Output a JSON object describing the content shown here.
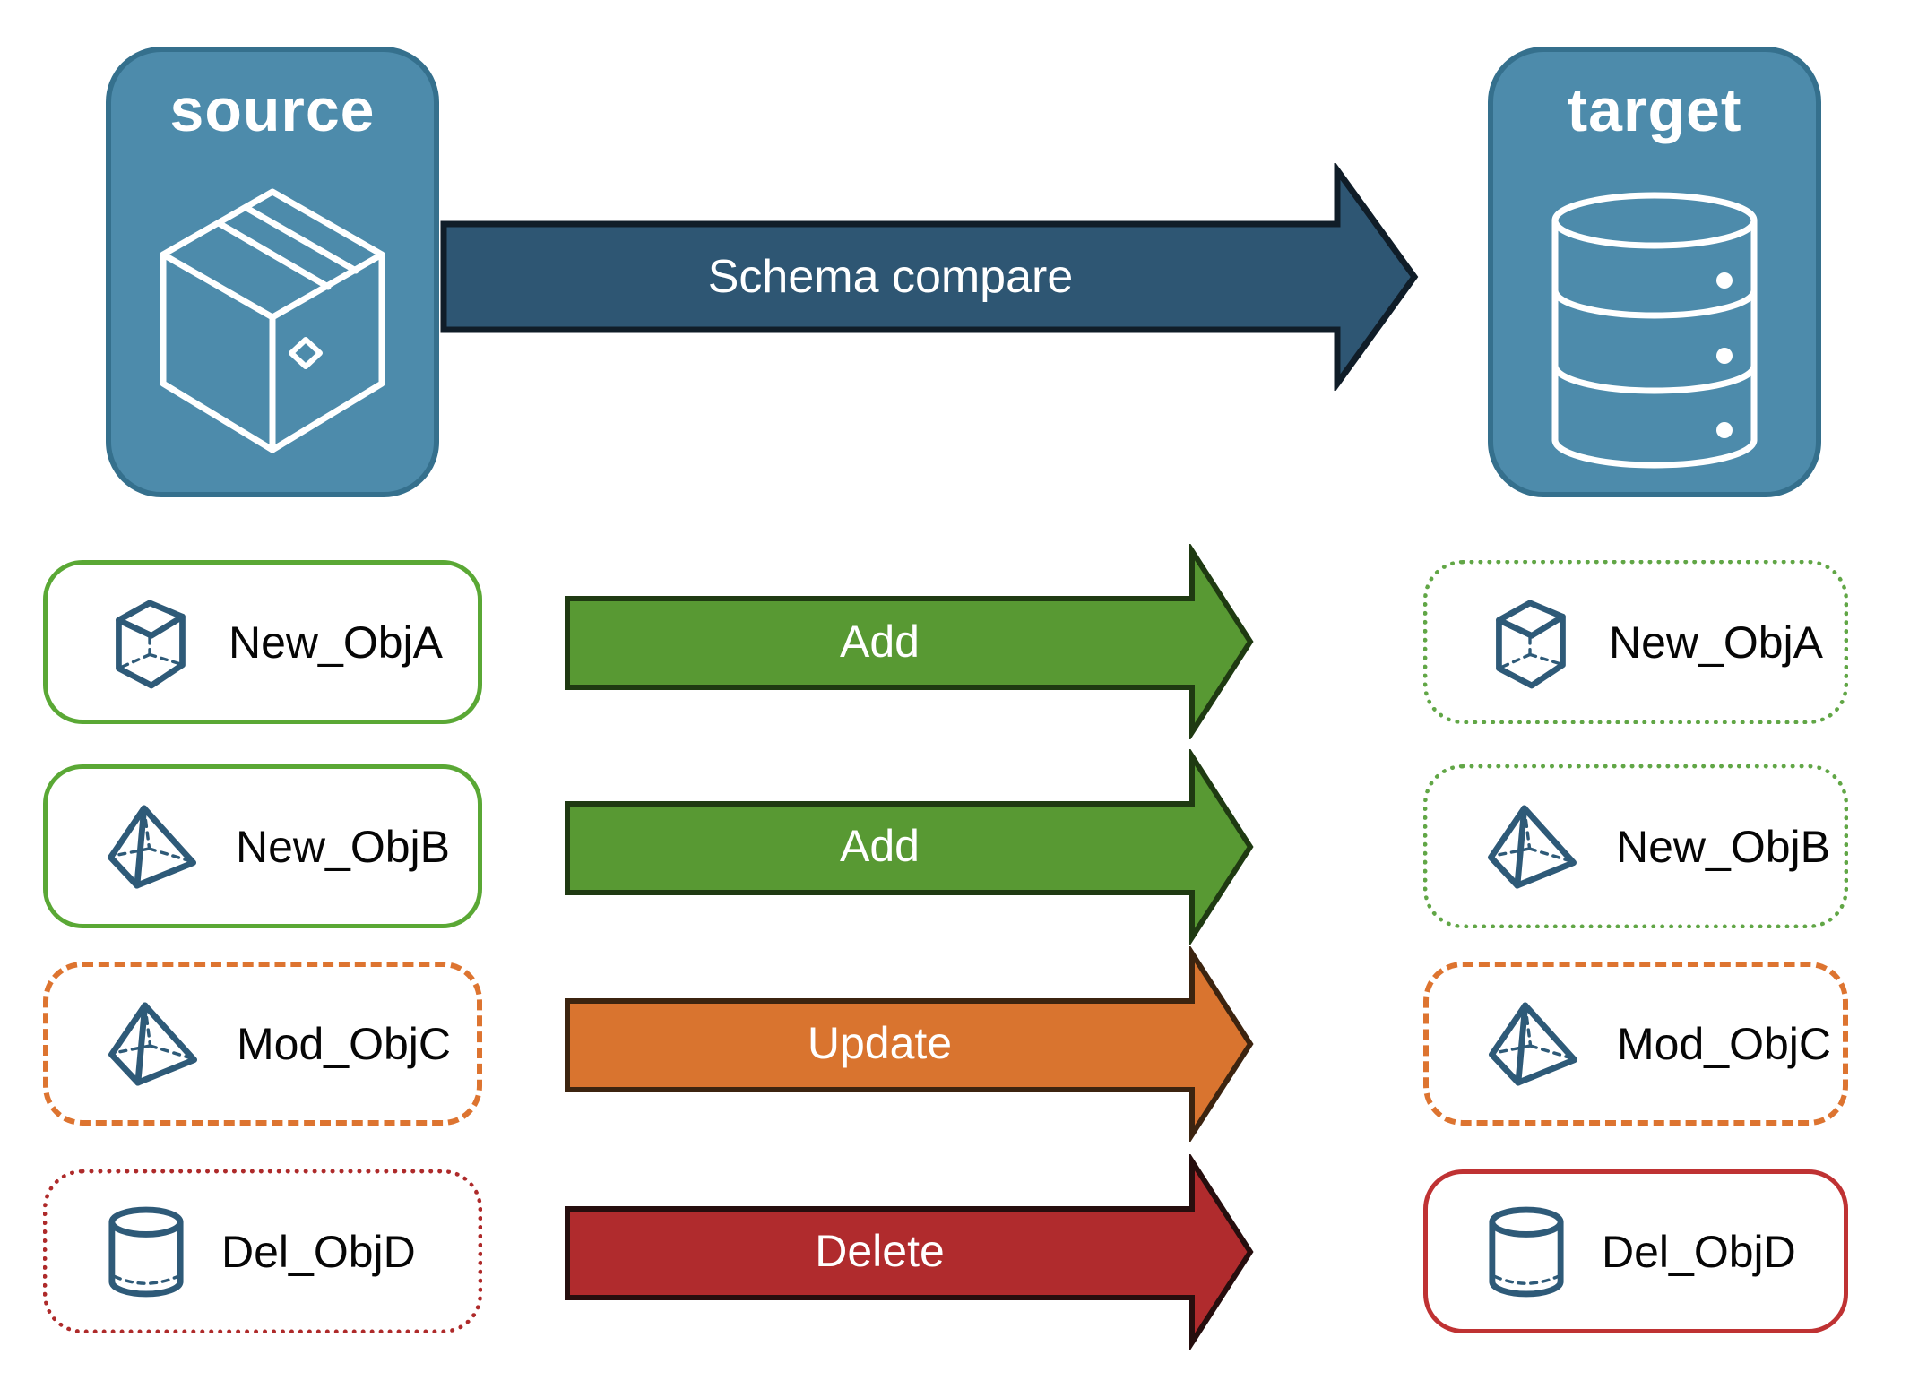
{
  "title": "Schema compare diagram",
  "nodes": {
    "source": {
      "label": "source",
      "icon": "package-icon"
    },
    "target": {
      "label": "target",
      "icon": "database-icon"
    }
  },
  "schema_arrow": {
    "label": "Schema compare",
    "fill": "#2e5673",
    "stroke": "#101d28"
  },
  "rows": [
    {
      "object": "New_ObjA",
      "icon": "cube-icon",
      "action": "Add",
      "arrow_fill": "#589933",
      "arrow_stroke": "#1f3a12",
      "source_border": "solid green",
      "target_border": "dotted green"
    },
    {
      "object": "New_ObjB",
      "icon": "pyramid-icon",
      "action": "Add",
      "arrow_fill": "#589933",
      "arrow_stroke": "#1f3a12",
      "source_border": "solid green",
      "target_border": "dotted green"
    },
    {
      "object": "Mod_ObjC",
      "icon": "pyramid-icon",
      "action": "Update",
      "arrow_fill": "#d9742f",
      "arrow_stroke": "#3c2410",
      "source_border": "dashed orange",
      "target_border": "dashed orange"
    },
    {
      "object": "Del_ObjD",
      "icon": "cylinder-icon",
      "action": "Delete",
      "arrow_fill": "#b02b2d",
      "arrow_stroke": "#260e0e",
      "source_border": "dotted red",
      "target_border": "solid red"
    }
  ],
  "colors": {
    "node_fill": "#4d8bab",
    "node_border": "#35708d",
    "icon_blue": "#2e5a78",
    "green_border": "#5aa835",
    "green_dotted": "#61a646",
    "orange": "#dd7430",
    "red_dotted": "#ae2a2a",
    "red_solid": "#bf3233",
    "label_text": "#060606",
    "arrow_text": "#ffffff"
  }
}
